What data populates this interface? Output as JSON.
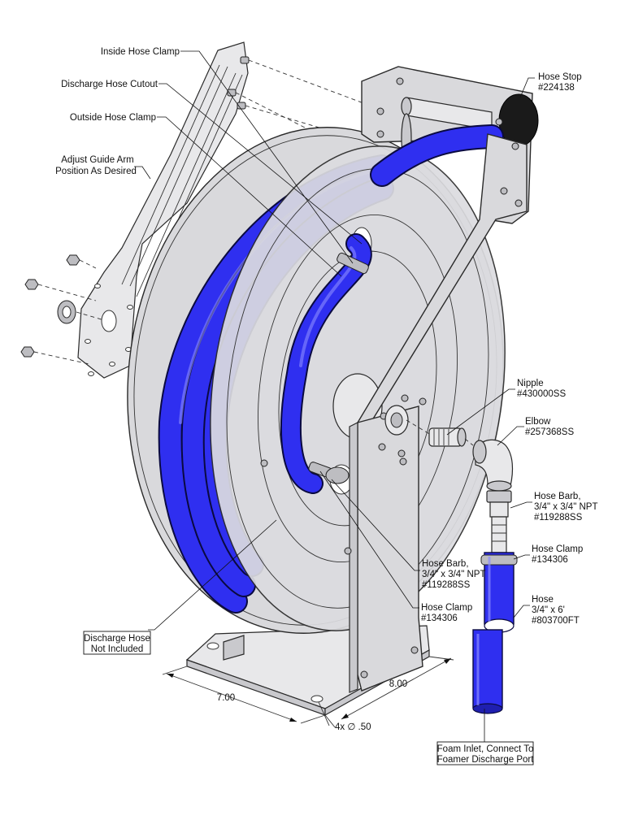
{
  "callouts": {
    "inside_hose_clamp": "Inside Hose Clamp",
    "discharge_hose_cutout": "Discharge Hose Cutout",
    "outside_hose_clamp": "Outside Hose Clamp",
    "adjust_guide_arm_1": "Adjust Guide Arm",
    "adjust_guide_arm_2": "Position As Desired",
    "hose_stop_1": "Hose Stop",
    "hose_stop_2": "#224138",
    "nipple_1": "Nipple",
    "nipple_2": "#430000SS",
    "elbow_1": "Elbow",
    "elbow_2": "#257368SS",
    "hose_barb_right_1": "Hose Barb,",
    "hose_barb_right_2": "3/4\" x 3/4\" NPT",
    "hose_barb_right_3": "#119288SS",
    "hose_clamp_right_1": "Hose Clamp",
    "hose_clamp_right_2": "#134306",
    "hose_1": "Hose",
    "hose_2": "3/4\" x 6'",
    "hose_3": "#803700FT",
    "hose_barb_center_1": "Hose Barb,",
    "hose_barb_center_2": "3/4\" x 3/4\" NPT",
    "hose_barb_center_3": "#119288SS",
    "hose_clamp_center_1": "Hose Clamp",
    "hose_clamp_center_2": "#134306",
    "discharge_hose_1": "Discharge Hose",
    "discharge_hose_2": "Not Included",
    "foam_inlet_1": "Foam Inlet, Connect To",
    "foam_inlet_2": "Foamer Discharge Port"
  },
  "dimensions": {
    "width": "7.00",
    "depth": "8.00",
    "mount_holes": "4x ∅ .50"
  },
  "colors": {
    "hose": "#2f2ff0",
    "steel": "#d9d9dc",
    "outline": "#222222"
  }
}
